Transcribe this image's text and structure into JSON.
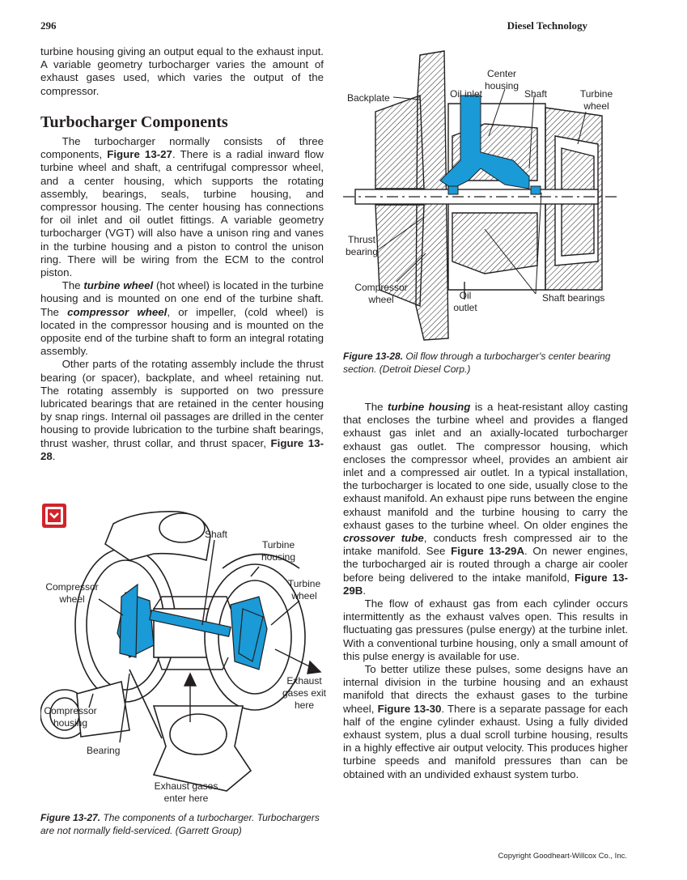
{
  "header": {
    "page_number": "296",
    "book_title": "Diesel Technology"
  },
  "left_column": {
    "intro_paragraph": "turbine housing giving an output equal to the exhaust input. A variable geometry turbocharger varies the amount of exhaust gases used, which varies the output of the compressor.",
    "heading": "Turbocharger Components",
    "p1_a": "The turbocharger normally consists of three components, ",
    "p1_ref": "Figure 13-27",
    "p1_b": ". There is a radial inward flow turbine wheel and shaft, a centrifugal compressor wheel, and a center housing, which supports the rotating assembly, bearings, seals, turbine housing, and compressor housing. The center housing has connections for oil inlet and oil outlet fittings. A variable geometry turbocharger (VGT) will also have a unison ring and vanes in the turbine housing and a piston to control the unison ring. There will be wiring from the ECM to the control piston.",
    "p2_a": "The ",
    "p2_term1": "turbine wheel",
    "p2_b": " (hot wheel) is located in the turbine housing and is mounted on one end of the turbine shaft. The ",
    "p2_term2": "compressor wheel",
    "p2_c": ", or impeller, (cold wheel) is located in the compressor housing and is mounted on the opposite end of the turbine shaft to form an integral rotating assembly.",
    "p3_a": "Other parts of the rotating assembly include the thrust bearing (or spacer), backplate, and wheel retaining nut. The rotating assembly is supported on two pressure lubricated bearings that are retained in the center housing by snap rings. Internal oil passages are drilled in the center housing to provide lubrication to the turbine shaft bearings, thrust washer, thrust collar, and thrust spacer, ",
    "p3_ref": "Figure 13-28",
    "p3_b": "."
  },
  "figure_13_27": {
    "labels": {
      "shaft": "Shaft",
      "turbine_housing": "Turbine housing",
      "compressor_wheel": "Compressor wheel",
      "turbine_wheel": "Turbine wheel",
      "exhaust_exit": "Exhaust gases exit here",
      "compressor_housing": "Compressor housing",
      "bearing": "Bearing",
      "exhaust_enter": "Exhaust gases enter here"
    },
    "caption_number": "Figure 13-27.",
    "caption_text": " The components of a turbocharger. Turbochargers are not normally field-serviced. (Garrett Group)"
  },
  "figure_13_28": {
    "labels": {
      "center_housing": "Center housing",
      "backplate": "Backplate",
      "oil_inlet": "Oil inlet",
      "shaft": "Shaft",
      "turbine_wheel": "Turbine wheel",
      "thrust_bearing": "Thrust bearing",
      "compressor_wheel": "Compressor wheel",
      "oil_outlet": "Oil outlet",
      "shaft_bearings": "Shaft bearings"
    },
    "caption_number": "Figure 13-28.",
    "caption_text": " Oil flow through a turbocharger's center bearing section. (Detroit Diesel Corp.)"
  },
  "right_column": {
    "p1_a": "The ",
    "p1_term": "turbine housing",
    "p1_b": " is a heat-resistant alloy casting that encloses the turbine wheel and provides a flanged exhaust gas inlet and an axially-located turbocharger exhaust gas outlet. The compressor housing, which encloses the compressor wheel, provides an ambient air inlet and a compressed air outlet. In a typical installation, the turbocharger is located to one side, usually close to the exhaust manifold. An exhaust pipe runs between the engine exhaust manifold and the turbine housing to carry the exhaust gases to the turbine wheel. On older engines the ",
    "p1_term2": "crossover tube",
    "p1_c": ", conducts fresh compressed air to the intake manifold. See ",
    "p1_ref1": "Figure 13-29A",
    "p1_d": ". On newer engines, the turbocharged air is routed through a charge air cooler before being delivered to the intake manifold, ",
    "p1_ref2": "Figure 13-29B",
    "p1_e": ".",
    "p2": "The flow of exhaust gas from each cylinder occurs intermittently as the exhaust valves open. This results in fluctuating gas pressures (pulse energy) at the turbine inlet. With a conventional turbine housing, only a small amount of this pulse energy is available for use.",
    "p3_a": "To better utilize these pulses, some designs have an internal division in the turbine housing and an exhaust manifold that directs the exhaust gases to the turbine wheel, ",
    "p3_ref": "Figure 13-30",
    "p3_b": ". There is a separate passage for each half of the engine cylinder exhaust. Using a fully divided exhaust system, plus a dual scroll turbine housing, results in a highly effective air output velocity. This produces higher turbine speeds and manifold pressures than can be obtained with an undivided exhaust system turbo."
  },
  "footer": {
    "copyright": "Copyright Goodheart-Willcox Co., Inc."
  },
  "colors": {
    "accent_blue": "#1a9ad6",
    "icon_red": "#d2232a",
    "ink": "#231f20"
  }
}
